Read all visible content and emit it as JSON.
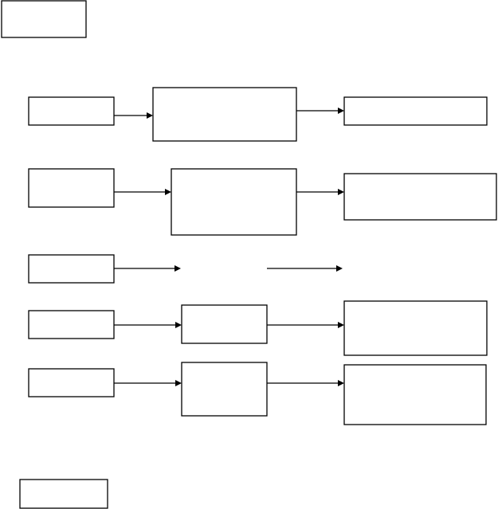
{
  "diagram": {
    "title": "",
    "stroke_color": "#000000",
    "background_color": "#ffffff",
    "nodes": [
      {
        "id": "top-left-box",
        "label": ""
      },
      {
        "id": "bottom-left-box",
        "label": ""
      },
      {
        "id": "row1-input-box",
        "label": ""
      },
      {
        "id": "row1-process-box",
        "label": ""
      },
      {
        "id": "row1-output-box",
        "label": ""
      },
      {
        "id": "row2-input-box",
        "label": ""
      },
      {
        "id": "row2-process-box",
        "label": ""
      },
      {
        "id": "row2-output-box",
        "label": ""
      },
      {
        "id": "row3-input-box",
        "label": ""
      },
      {
        "id": "row4-input-box",
        "label": ""
      },
      {
        "id": "row4-process-box",
        "label": ""
      },
      {
        "id": "row4-output-box",
        "label": ""
      },
      {
        "id": "row5-input-box",
        "label": ""
      },
      {
        "id": "row5-process-box",
        "label": ""
      },
      {
        "id": "row5-output-box",
        "label": ""
      }
    ],
    "edges": [
      {
        "id": "row1-input-to-process",
        "from": "row1-input-box",
        "to": "row1-process-box"
      },
      {
        "id": "row1-process-to-output",
        "from": "row1-process-box",
        "to": "row1-output-box"
      },
      {
        "id": "row2-input-to-process",
        "from": "row2-input-box",
        "to": "row2-process-box"
      },
      {
        "id": "row2-process-to-output",
        "from": "row2-process-box",
        "to": "row2-output-box"
      },
      {
        "id": "row3-arrow-a",
        "from": "row3-input-box",
        "to": ""
      },
      {
        "id": "row3-arrow-b",
        "from": "",
        "to": ""
      },
      {
        "id": "row4-input-to-process",
        "from": "row4-input-box",
        "to": "row4-process-box"
      },
      {
        "id": "row4-process-to-output",
        "from": "row4-process-box",
        "to": "row4-output-box"
      },
      {
        "id": "row5-input-to-process",
        "from": "row5-input-box",
        "to": "row5-process-box"
      },
      {
        "id": "row5-process-to-output",
        "from": "row5-process-box",
        "to": "row5-output-box"
      }
    ]
  }
}
